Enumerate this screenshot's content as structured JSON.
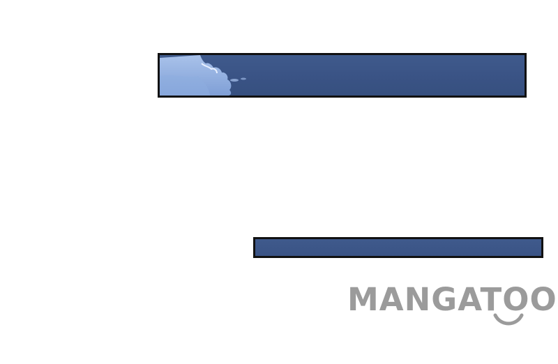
{
  "watermark": {
    "text": "MANGATOON",
    "color": "#9b9b9b",
    "icon": "smile-icon"
  },
  "panels": [
    {
      "name": "sky-panel-top",
      "sky_color": "#3a5385",
      "has_clouds": true
    },
    {
      "name": "sky-panel-bottom",
      "sky_color": "#3a5385",
      "has_clouds": false
    }
  ],
  "border_color": "#111111",
  "background_color": "#ffffff"
}
